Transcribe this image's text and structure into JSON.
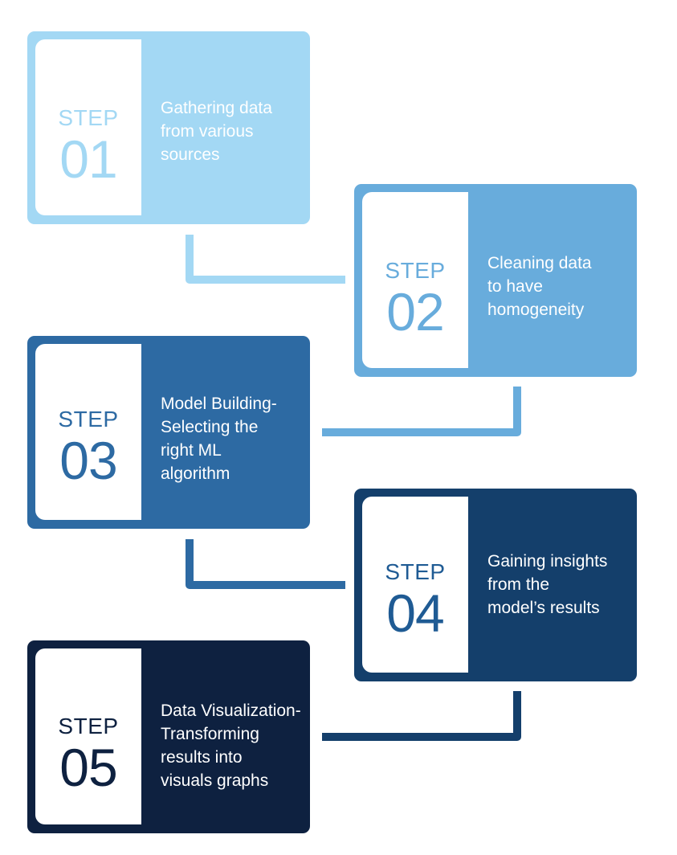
{
  "steps": [
    {
      "label": "STEP",
      "number": "01",
      "text": "Gathering data\nfrom various\nsources",
      "color": "#a3d8f4",
      "accent": "#a3d8f4"
    },
    {
      "label": "STEP",
      "number": "02",
      "text": "Cleaning data\nto have\nhomogeneity",
      "color": "#68acdc",
      "accent": "#68acdc"
    },
    {
      "label": "STEP",
      "number": "03",
      "text": "Model Building-\nSelecting the\nright ML\nalgorithm",
      "color": "#2d6aa3",
      "accent": "#2d6aa3"
    },
    {
      "label": "STEP",
      "number": "04",
      "text": "Gaining insights\nfrom the\nmodel’s results",
      "color": "#143f6b",
      "accent": "#1f5b94"
    },
    {
      "label": "STEP",
      "number": "05",
      "text": "Data Visualization-\nTransforming\nresults into\nvisuals graphs",
      "color": "#0e2140",
      "accent": "#0e2140"
    }
  ]
}
